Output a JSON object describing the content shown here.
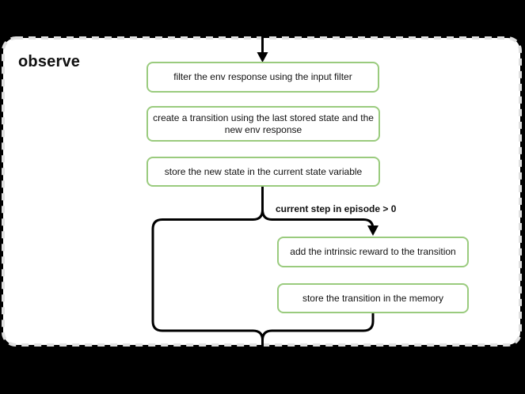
{
  "diagram": {
    "title": "observe",
    "condition_label": "current step in episode > 0",
    "nodes": [
      {
        "id": "filter-env-response",
        "label": "filter the env response using the input filter"
      },
      {
        "id": "create-transition",
        "label": "create a transition using the last stored state and the new env response"
      },
      {
        "id": "store-new-state",
        "label": "store the new state in the current state variable"
      },
      {
        "id": "add-intrinsic-reward",
        "label": "add the intrinsic reward to the transition"
      },
      {
        "id": "store-transition",
        "label": "store the transition in the memory"
      }
    ],
    "colors": {
      "canvas_bg": "#000000",
      "group_bg": "#ffffff",
      "group_border": "#e0e0e0",
      "node_bg": "#ffffff",
      "node_border": "#9acb7e",
      "connector": "#000000",
      "text": "#111111"
    }
  }
}
